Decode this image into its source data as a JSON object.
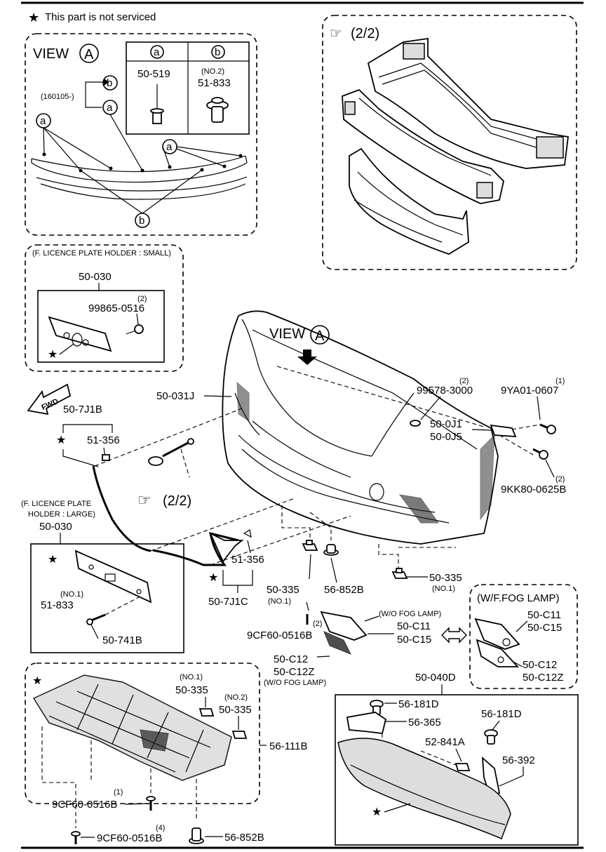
{
  "note": "This part is not serviced",
  "view_a": {
    "title": "VIEW",
    "letter": "A",
    "callout_a": "a",
    "callout_b": "b",
    "date_code": "(160105-)",
    "table": {
      "col_a_header": "a",
      "col_b_header": "b",
      "col_a_part": "50-519",
      "col_b_qty": "(NO.2)",
      "col_b_part": "51-833"
    }
  },
  "ref_2_2": "(2/2)",
  "licence_small": {
    "title": "(F. LICENCE PLATE HOLDER : SMALL)",
    "part": "50-030",
    "screw_qty": "(2)",
    "screw_part": "99865-0516"
  },
  "licence_large": {
    "title_line1": "(F. LICENCE PLATE",
    "title_line2": "HOLDER : LARGE)",
    "part": "50-030",
    "clip_qty": "(NO.1)",
    "clip_part": "51-833",
    "rivet_part": "50-741B"
  },
  "fwd": "FWD",
  "view_arrow": {
    "text": "VIEW",
    "letter": "A"
  },
  "parts": {
    "bumper": "50-031J",
    "trim_l_group": "50-7J1B",
    "trim_l_clip": "51-356",
    "trim_r_clip": "51-356",
    "trim_r_group": "50-7J1C",
    "grommet_qty": "(2)",
    "grommet": "99578-3000",
    "bolt_top_qty": "(1)",
    "bolt_top": "9YA01-0607",
    "bracket_1": "50-0J1",
    "bracket_2": "50-0J5",
    "bolt_side_qty": "(2)",
    "bolt_side": "9KK80-0625B",
    "nut_l": "50-335",
    "nut_l_qty": "(NO.1)",
    "clip_c": "56-852B",
    "nut_r": "50-335",
    "nut_r_qty": "(NO.1)",
    "screw_c_qty": "(2)",
    "screw_c": "9CF60-0516B",
    "wo_fog_tag": "(W/O FOG LAMP)",
    "wo_fog_1": "50-C11",
    "wo_fog_2": "50-C15",
    "grille_1": "50-C12",
    "grille_2": "50-C12Z",
    "wo_fog_tag2": "(W/O FOG LAMP)",
    "fog_title": "(W/F.FOG LAMP)",
    "fog_1": "50-C11",
    "fog_2": "50-C15",
    "fog_3": "50-C12",
    "fog_4": "50-C12Z"
  },
  "undercover": {
    "part": "56-111B",
    "nut1_qty": "(NO.1)",
    "nut1": "50-335",
    "nut2_qty": "(NO.2)",
    "nut2": "50-335",
    "screw1_qty": "(1)",
    "screw1": "9CF60-0516B",
    "screw2_qty": "(4)",
    "screw2": "9CF60-0516B",
    "clip": "56-852B"
  },
  "lip": {
    "part": "50-040D",
    "clip1": "56-181D",
    "bracket": "56-365",
    "clip2": "56-181D",
    "nut": "52-841A",
    "stay": "56-392"
  }
}
